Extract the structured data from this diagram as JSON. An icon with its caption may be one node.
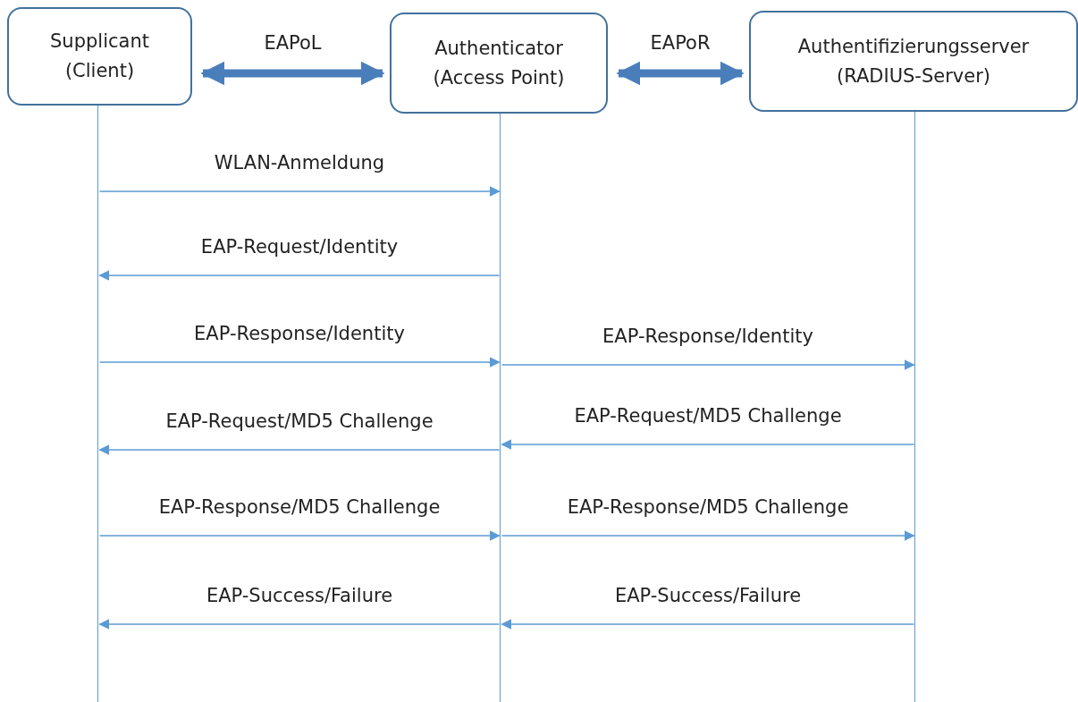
{
  "diagram": {
    "nodes": [
      {
        "text": [
          "Supplicant (Client)"
        ]
      },
      {
        "text": [
          "Authenticator (Access Point)"
        ]
      },
      {
        "text": [
          "Authentifizierungsserver (RADIUS-Server)"
        ]
      },
      {
        "text": [],
        "shape": "line"
      },
      {
        "text": [],
        "shape": "line"
      },
      {
        "text": [],
        "shape": "line"
      }
    ],
    "edges": [
      {
        "from": 0,
        "to": 1,
        "arrow": "both",
        "label": "EAPoL",
        "style": "thick"
      },
      {
        "from": 1,
        "to": 2,
        "arrow": "both",
        "label": "EAPoR",
        "style": "thick"
      },
      {
        "from": 3,
        "to": 4,
        "arrow": "to",
        "label": "WLAN-Anmeldung"
      },
      {
        "from": 4,
        "to": 3,
        "arrow": "to",
        "label": "EAP-Request/Identity"
      },
      {
        "from": 3,
        "to": 4,
        "arrow": "to",
        "label": "EAP-Response/Identity"
      },
      {
        "from": 4,
        "to": 5,
        "arrow": "to",
        "label": "EAP-Response/Identity"
      },
      {
        "from": 4,
        "to": 3,
        "arrow": "to",
        "label": "EAP-Request/MD5 Challenge"
      },
      {
        "from": 5,
        "to": 4,
        "arrow": "to",
        "label": "EAP-Request/MD5 Challenge"
      },
      {
        "from": 3,
        "to": 4,
        "arrow": "to",
        "label": "EAP-Response/MD5 Challenge"
      },
      {
        "from": 4,
        "to": 5,
        "arrow": "to",
        "label": "EAP-Response/MD5 Challenge"
      },
      {
        "from": 4,
        "to": 3,
        "arrow": "to",
        "label": "EAP-Success/Failure"
      },
      {
        "from": 5,
        "to": 4,
        "arrow": "to",
        "label": "EAP-Success/Failure"
      }
    ]
  }
}
